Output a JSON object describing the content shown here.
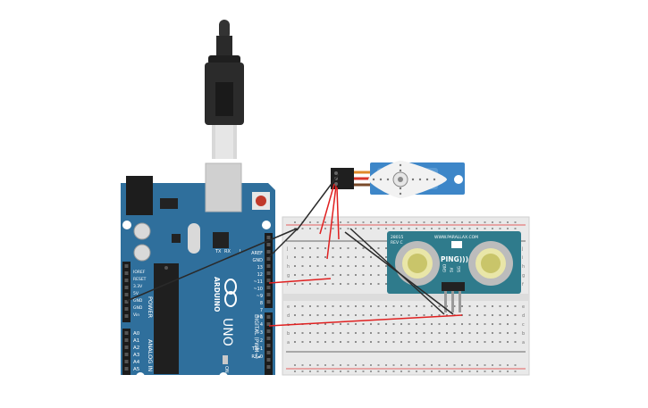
{
  "arduino": {
    "brand": "ARDUINO",
    "model": "UNO",
    "power_label": "POWER",
    "analog_label": "ANALOG IN",
    "digital_label": "DIGITAL (PWM~)",
    "on_label": "ON",
    "tx_label": "TX",
    "rx_label": "RX",
    "l_label": "L",
    "power_pins": [
      "IOREF",
      "RESET",
      "3.3V",
      "5V",
      "GND",
      "GND",
      "Vin"
    ],
    "analog_pins": [
      "A0",
      "A1",
      "A2",
      "A3",
      "A4",
      "A5"
    ],
    "digital_pins": [
      "AREF",
      "GND",
      "13",
      "12",
      "~11",
      "~10",
      "~9",
      "8",
      "7",
      "~6",
      "~5",
      "4",
      "~3",
      "2",
      "TX▹1",
      "RX◂0"
    ]
  },
  "ping_sensor": {
    "brand": "PING)))",
    "url": "WWW.PARALLAX.COM",
    "part": "28015",
    "rev": "REV C",
    "pins": [
      "GND",
      "5V",
      "SIG"
    ]
  },
  "breadboard": {
    "row_letters_top": [
      "j",
      "i",
      "h",
      "g",
      "f"
    ],
    "row_letters_bottom": [
      "e",
      "d",
      "c",
      "b",
      "a"
    ],
    "column_count": 30
  },
  "colors": {
    "board": "#2f6f9c",
    "board_dark": "#23577c",
    "wire_red": "#e02020",
    "wire_black": "#2a2a2a",
    "breadboard": "#e9e9e9",
    "sensor": "#2f7b8c",
    "servo": "#3d86c8"
  }
}
